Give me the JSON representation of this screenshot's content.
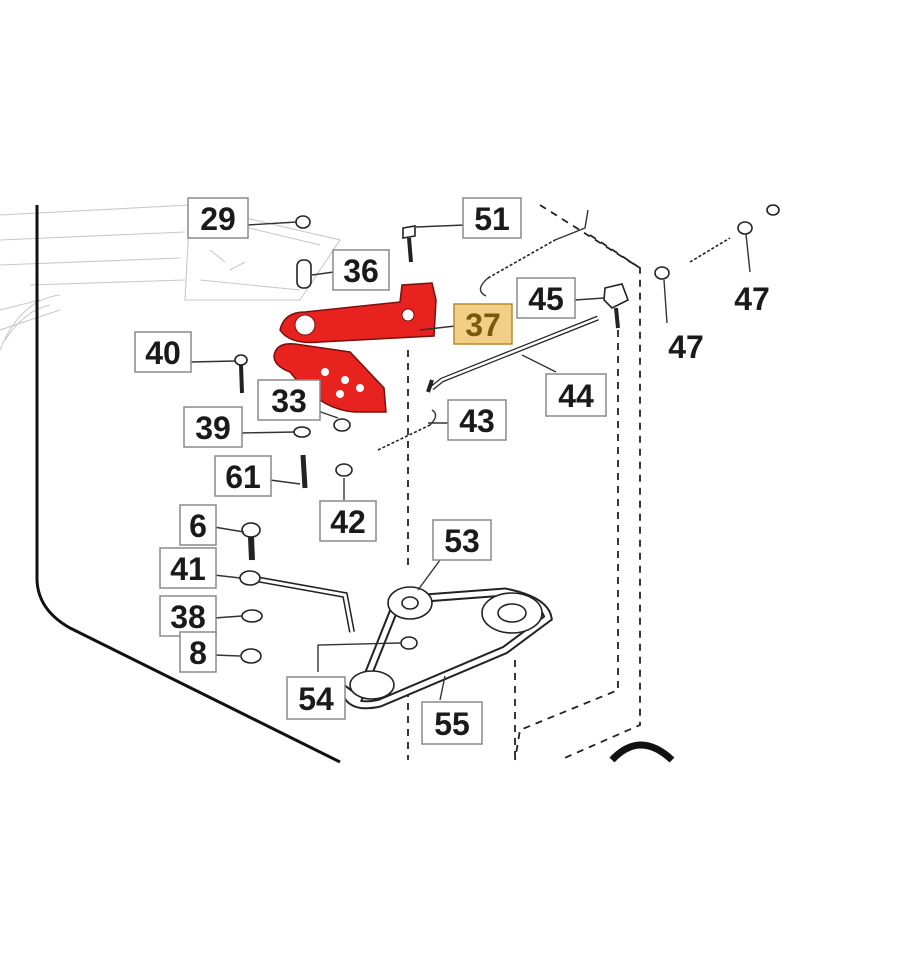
{
  "diagram": {
    "highlight_color": "#e8231f",
    "highlight_label_bg": "#f1cf86",
    "highlighted_part": "37",
    "callouts": [
      {
        "label": "29"
      },
      {
        "label": "51"
      },
      {
        "label": "36"
      },
      {
        "label": "37"
      },
      {
        "label": "45"
      },
      {
        "label": "47"
      },
      {
        "label": "47"
      },
      {
        "label": "40"
      },
      {
        "label": "33"
      },
      {
        "label": "43"
      },
      {
        "label": "44"
      },
      {
        "label": "39"
      },
      {
        "label": "61"
      },
      {
        "label": "42"
      },
      {
        "label": "6"
      },
      {
        "label": "53"
      },
      {
        "label": "41"
      },
      {
        "label": "38"
      },
      {
        "label": "8"
      },
      {
        "label": "54"
      },
      {
        "label": "55"
      }
    ]
  }
}
